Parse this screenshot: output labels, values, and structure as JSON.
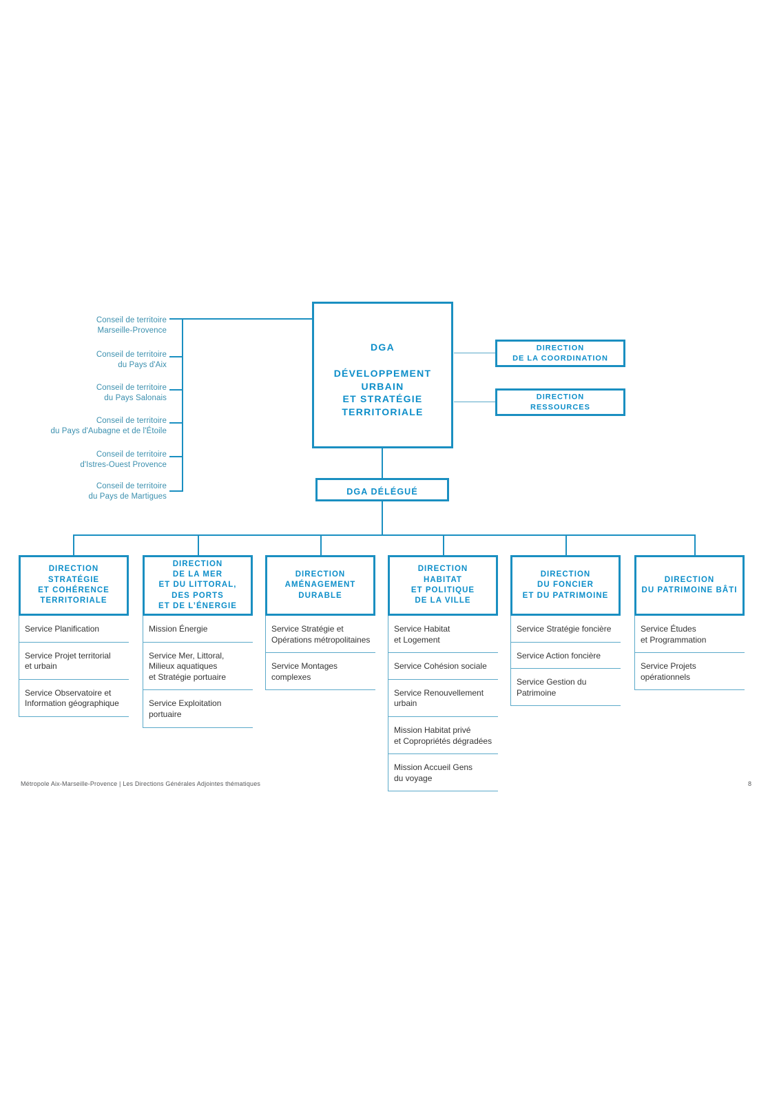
{
  "chart_title": "Organigramme DGA Développement urbain et stratégie territoriale",
  "colors": {
    "primary": "#1a8fc1",
    "heading_text": "#0d8ec9",
    "conseil_text": "#3b8fae",
    "divider": "#5aa9c9",
    "service_text": "#333333",
    "footer_text": "#58595b"
  },
  "conseils": [
    {
      "line1": "Conseil de territoire",
      "line2": "Marseille-Provence"
    },
    {
      "line1": "Conseil de territoire",
      "line2": "du Pays d'Aix"
    },
    {
      "line1": "Conseil de territoire",
      "line2": "du Pays Salonais"
    },
    {
      "line1": "Conseil de territoire",
      "line2": "du Pays d'Aubagne et de l'Étoile"
    },
    {
      "line1": "Conseil de territoire",
      "line2": "d'Istres-Ouest Provence"
    },
    {
      "line1": "Conseil de territoire",
      "line2": "du Pays de Martigues"
    }
  ],
  "dga": {
    "title": "DGA",
    "subtitle_line1": "DÉVELOPPEMENT",
    "subtitle_line2": "URBAIN",
    "subtitle_line3": "ET STRATÉGIE",
    "subtitle_line4": "TERRITORIALE"
  },
  "side_directions": [
    {
      "line1": "DIRECTION",
      "line2": "DE LA COORDINATION"
    },
    {
      "line1": "DIRECTION",
      "line2": "RESSOURCES"
    }
  ],
  "dga_delegue": {
    "label": "DGA DÉLÉGUÉ"
  },
  "directions": [
    {
      "heading_lines": [
        "DIRECTION",
        "STRATÉGIE",
        "ET COHÉRENCE",
        "TERRITORIALE"
      ],
      "services": [
        [
          "Service Planification"
        ],
        [
          "Service Projet territorial",
          "et urbain"
        ],
        [
          "Service Observatoire et",
          "Information géographique"
        ]
      ]
    },
    {
      "heading_lines": [
        "DIRECTION",
        "DE LA MER",
        "ET DU LITTORAL,",
        "DES PORTS",
        "ET DE L’ÉNERGIE"
      ],
      "services": [
        [
          "Mission Énergie"
        ],
        [
          "Service Mer, Littoral,",
          "Milieux aquatiques",
          "et Stratégie portuaire"
        ],
        [
          "Service Exploitation",
          "portuaire"
        ]
      ]
    },
    {
      "heading_lines": [
        "DIRECTION",
        "AMÉNAGEMENT",
        "DURABLE"
      ],
      "services": [
        [
          "Service Stratégie et",
          "Opérations métropolitaines"
        ],
        [
          "Service Montages",
          "complexes"
        ]
      ]
    },
    {
      "heading_lines": [
        "DIRECTION",
        "HABITAT",
        "ET POLITIQUE",
        "DE LA VILLE"
      ],
      "services": [
        [
          "Service Habitat",
          "et Logement"
        ],
        [
          "Service Cohésion sociale"
        ],
        [
          "Service Renouvellement",
          "urbain"
        ],
        [
          "Mission Habitat privé",
          "et Copropriétés dégradées"
        ],
        [
          "Mission Accueil Gens",
          "du voyage"
        ]
      ]
    },
    {
      "heading_lines": [
        "DIRECTION",
        "DU FONCIER",
        "ET DU PATRIMOINE"
      ],
      "services": [
        [
          "Service Stratégie foncière"
        ],
        [
          "Service Action foncière"
        ],
        [
          "Service Gestion du Patrimoine"
        ]
      ]
    },
    {
      "heading_lines": [
        "DIRECTION",
        "DU PATRIMOINE BÂTI"
      ],
      "services": [
        [
          "Service Études",
          "et Programmation"
        ],
        [
          "Service Projets opérationnels"
        ]
      ]
    }
  ],
  "footer": {
    "text": "Métropole Aix-Marseille-Provence | Les Directions Générales Adjointes thématiques",
    "page_number": "8"
  }
}
